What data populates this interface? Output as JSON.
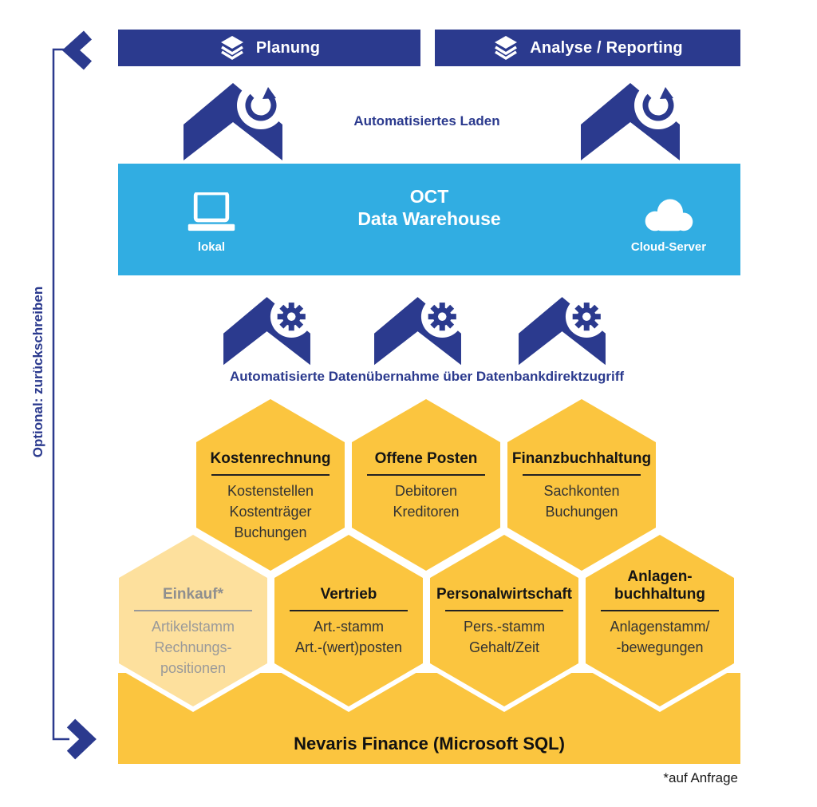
{
  "colors": {
    "dark_blue": "#2B3A8E",
    "light_blue": "#31ADE2",
    "yellow": "#FBC53F",
    "light_yellow": "#FDE09D",
    "white": "#FFFFFF"
  },
  "icons": [
    "layers-icon",
    "upload-arrow-icon",
    "refresh-icon",
    "gear-icon",
    "laptop-icon",
    "cloud-icon",
    "chevron-left-icon",
    "chevron-right-icon"
  ],
  "side_note": {
    "label": "Optional: zurückschreiben"
  },
  "banners": [
    {
      "label": "Planung"
    },
    {
      "label": "Analyse / Reporting"
    }
  ],
  "load_row": {
    "label": "Automatisiertes Laden"
  },
  "warehouse": {
    "line1": "OCT",
    "line2": "Data Warehouse",
    "local_label": "lokal",
    "cloud_label": "Cloud-Server"
  },
  "transfer_row": {
    "label": "Automatisierte Datenübernahme über Datenbankdirektzugriff"
  },
  "hexagons": [
    {
      "title": "Kostenrechnung",
      "items": [
        "Kostenstellen",
        "Kostenträger",
        "Buchungen"
      ]
    },
    {
      "title": "Offene Posten",
      "items": [
        "Debitoren",
        "Kreditoren"
      ]
    },
    {
      "title": "Finanzbuchhaltung",
      "items": [
        "Sachkonten",
        "Buchungen"
      ]
    },
    {
      "title": "Einkauf*",
      "items": [
        "Artikelstamm",
        "Rechnungs-",
        "positionen"
      ]
    },
    {
      "title": "Vertrieb",
      "items": [
        "Art.-stamm",
        "Art.-(wert)posten"
      ]
    },
    {
      "title": "Personalwirtschaft",
      "items": [
        "Pers.-stamm",
        "Gehalt/Zeit"
      ]
    },
    {
      "title_lines": [
        "Anlagen-",
        "buchhaltung"
      ],
      "items": [
        "Anlagenstamm/",
        "-bewegungen"
      ]
    }
  ],
  "base_banner": {
    "label": "Nevaris Finance (Microsoft SQL)"
  },
  "footnote": "*auf Anfrage"
}
